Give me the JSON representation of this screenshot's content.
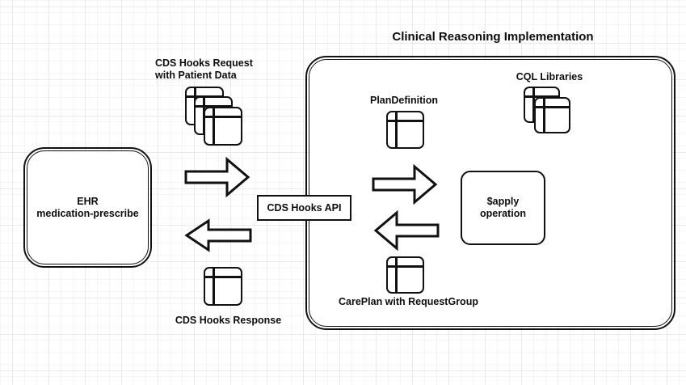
{
  "diagram": {
    "title": "Clinical Reasoning Implementation",
    "ehr": {
      "line1": "EHR",
      "line2": "medication-prescribe"
    },
    "api_box": {
      "label": "CDS Hooks API"
    },
    "request": {
      "line1": "CDS Hooks Request",
      "line2": "with Patient Data"
    },
    "response": {
      "label": "CDS Hooks Response"
    },
    "plan_definition": {
      "label": "PlanDefinition"
    },
    "cql_libraries": {
      "label": "CQL Libraries"
    },
    "apply": {
      "line1": "$apply",
      "line2": "operation"
    },
    "careplan": {
      "label": "CarePlan with RequestGroup"
    }
  },
  "icons": {
    "resource_icon": "table-document-icon",
    "request_flow": "block-arrow-right",
    "response_flow": "block-arrow-left"
  },
  "colors": {
    "stroke": "#111111",
    "node_fill": "#ffffff",
    "text": "#0d0d0d",
    "grid_minor": "#f5f5f5",
    "grid_major": "#e9e9e9",
    "background": "#ffffff"
  }
}
